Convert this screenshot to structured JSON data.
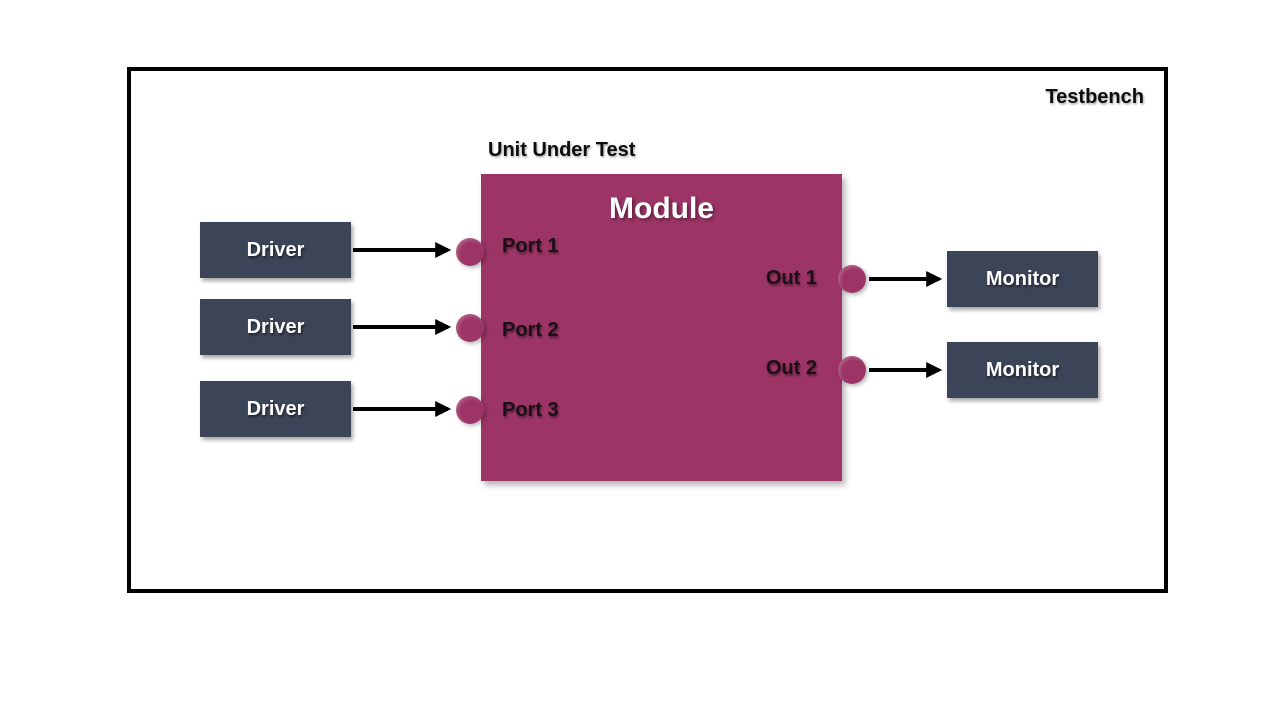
{
  "diagram": {
    "testbench_label": "Testbench",
    "uut_label": "Unit Under Test",
    "module": {
      "title": "Module",
      "input_ports": [
        {
          "label": "Port 1"
        },
        {
          "label": "Port 2"
        },
        {
          "label": "Port 3"
        }
      ],
      "output_ports": [
        {
          "label": "Out 1"
        },
        {
          "label": "Out 2"
        }
      ]
    },
    "drivers": [
      {
        "label": "Driver"
      },
      {
        "label": "Driver"
      },
      {
        "label": "Driver"
      }
    ],
    "monitors": [
      {
        "label": "Monitor"
      },
      {
        "label": "Monitor"
      }
    ],
    "colors": {
      "module_fill": "#9C3566",
      "block_fill": "#3B4557",
      "boundary": "#000000",
      "arrow": "#000000",
      "module_title_text": "#FFFFFF",
      "block_text": "#FFFFFF",
      "port_label_text": "#1C1016",
      "outer_label_text": "#0D0D0D",
      "background": "#FFFFFF"
    }
  }
}
